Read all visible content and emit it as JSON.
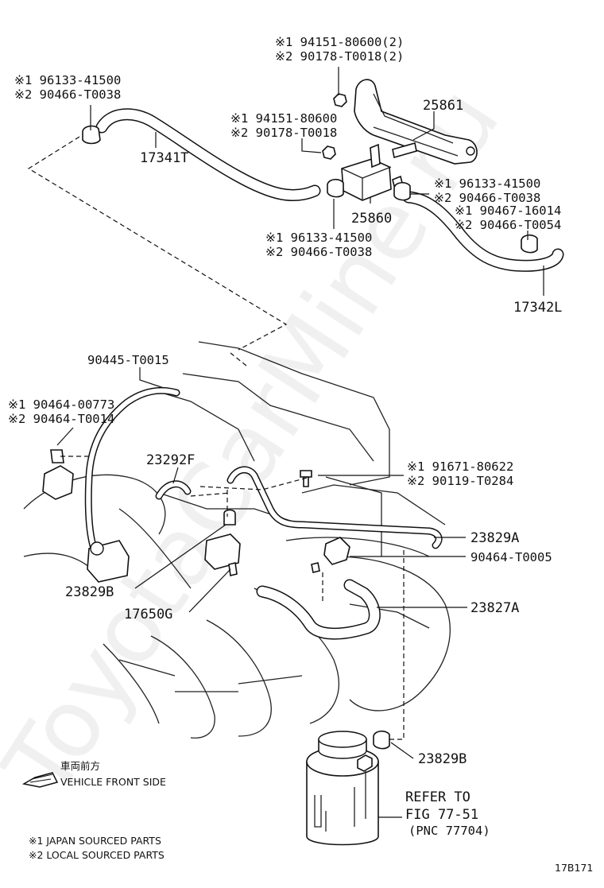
{
  "diagram": {
    "watermark": "ToyotaCarMine.ru",
    "figure_code": "17B171",
    "vehicle_front": {
      "japanese": "車両前方",
      "english": "VEHICLE FRONT SIDE"
    },
    "legend": {
      "japan": "※1 JAPAN SOURCED PARTS",
      "local": "※2 LOCAL SOURCED PARTS"
    },
    "refer": {
      "line1": "REFER TO",
      "line2": "FIG 77-51",
      "line3": "(PNC 77704)"
    },
    "callouts": {
      "c1": {
        "m1": "※1 94151-80600(2)",
        "m2": "※2 90178-T0018(2)"
      },
      "c2": {
        "m1": "※1 96133-41500",
        "m2": "※2 90466-T0038"
      },
      "c3": {
        "m1": "※1 94151-80600",
        "m2": "※2 90178-T0018"
      },
      "c4": {
        "m1": "※1 96133-41500",
        "m2": "※2 90466-T0038"
      },
      "c5": {
        "m1": "※1 90467-16014",
        "m2": "※2 90466-T0054"
      },
      "c6": {
        "m1": "※1 96133-41500",
        "m2": "※2 90466-T0038"
      },
      "c7": {
        "m1": "※1 90464-00773",
        "m2": "※2 90464-T0014"
      },
      "c8": {
        "m1": "※1 91671-80622",
        "m2": "※2 90119-T0284"
      }
    },
    "labels": {
      "p25861": "25861",
      "p17341T": "17341T",
      "p25860": "25860",
      "p17342L": "17342L",
      "p90445": "90445-T0015",
      "p23292F": "23292F",
      "p23829A": "23829A",
      "p90464T0005": "90464-T0005",
      "p23829B_left": "23829B",
      "p17650G": "17650G",
      "p23827A": "23827A",
      "p23829B_bottom": "23829B"
    }
  }
}
